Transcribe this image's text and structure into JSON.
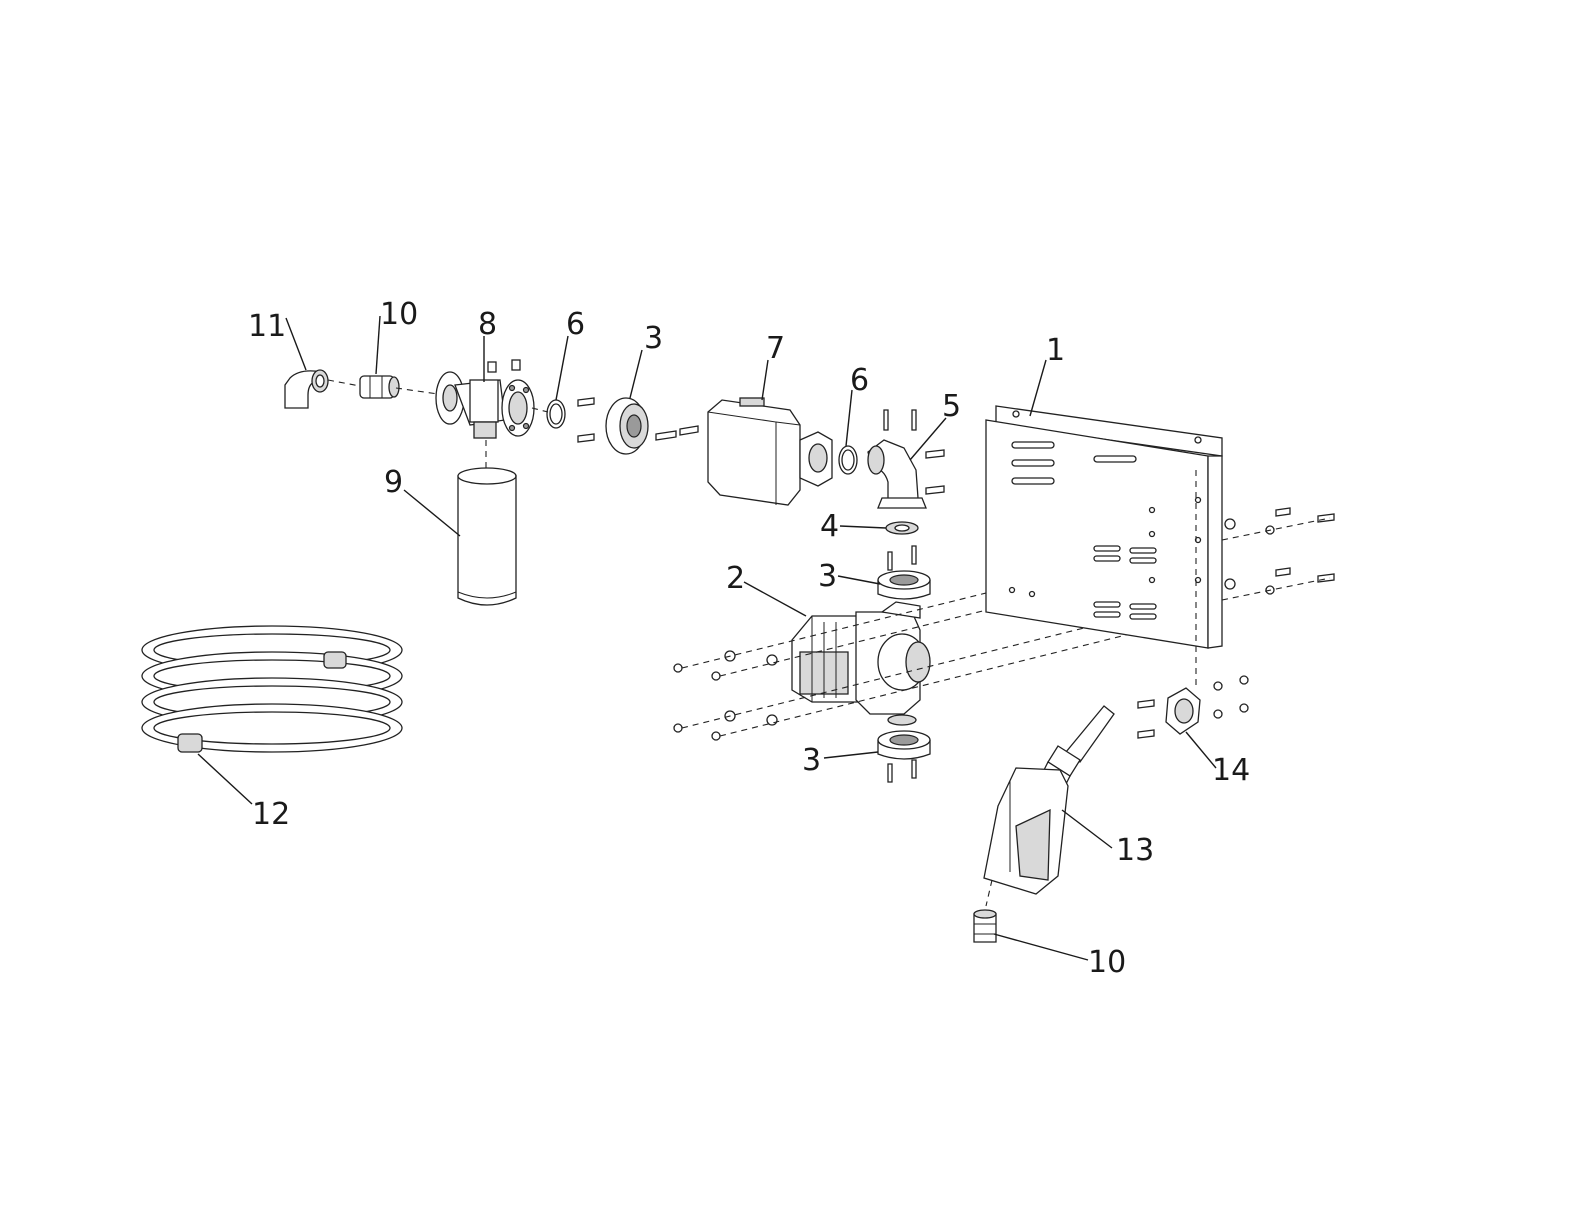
{
  "callouts": {
    "c1": "1",
    "c2": "2",
    "c3a": "3",
    "c3b": "3",
    "c3c": "3",
    "c4": "4",
    "c5": "5",
    "c6a": "6",
    "c6b": "6",
    "c7": "7",
    "c8": "8",
    "c9": "9",
    "c10a": "10",
    "c10b": "10",
    "c11": "11",
    "c12": "12",
    "c13": "13",
    "c14": "14"
  }
}
